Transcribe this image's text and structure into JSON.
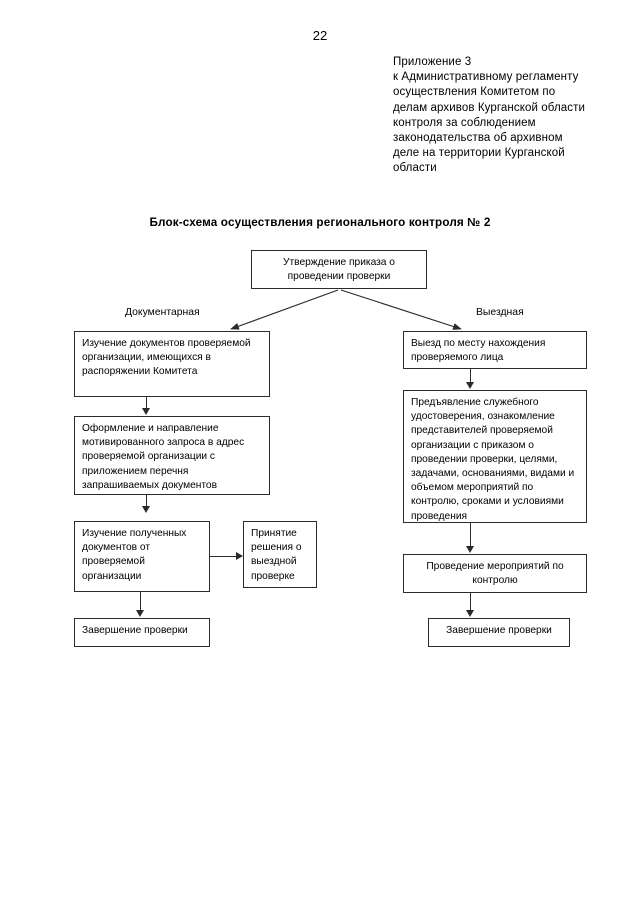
{
  "page": {
    "number": "22"
  },
  "appendix": {
    "lines": [
      "Приложение 3",
      "к Административному регламенту",
      "осуществления Комитетом по",
      "делам архивов Курганской области",
      "контроля за соблюдением",
      "законодательства об архивном",
      "деле на территории Курганской",
      "области"
    ]
  },
  "chart_title": "Блок-схема осуществления регионального контроля № 2",
  "branch_labels": {
    "left": "Документарная",
    "right": "Выездная"
  },
  "nodes": {
    "start": "Утверждение приказа о проведении проверки",
    "left_1": "Изучение документов проверяемой организации, имеющихся в распоряжении Комитета",
    "left_2": "Оформление и направление мотивированного запроса в адрес проверяемой организации с приложением перечня запрашиваемых документов",
    "left_3": "Изучение полученных документов от проверяемой организации",
    "left_side": "Принятие решения о выездной проверке",
    "left_end": "Завершение проверки",
    "right_1": "Выезд по месту нахождения проверяемого лица",
    "right_2": "Предъявление служебного удостоверения, ознакомление представителей проверяемой организации с приказом о проведении проверки, целями, задачами, основаниями, видами и объемом мероприятий по контролю, сроками и условиями проведения",
    "right_3": "Проведение мероприятий по контролю",
    "right_end": "Завершение проверки"
  },
  "colors": {
    "ink": "#2b2b2b",
    "paper": "#ffffff"
  }
}
